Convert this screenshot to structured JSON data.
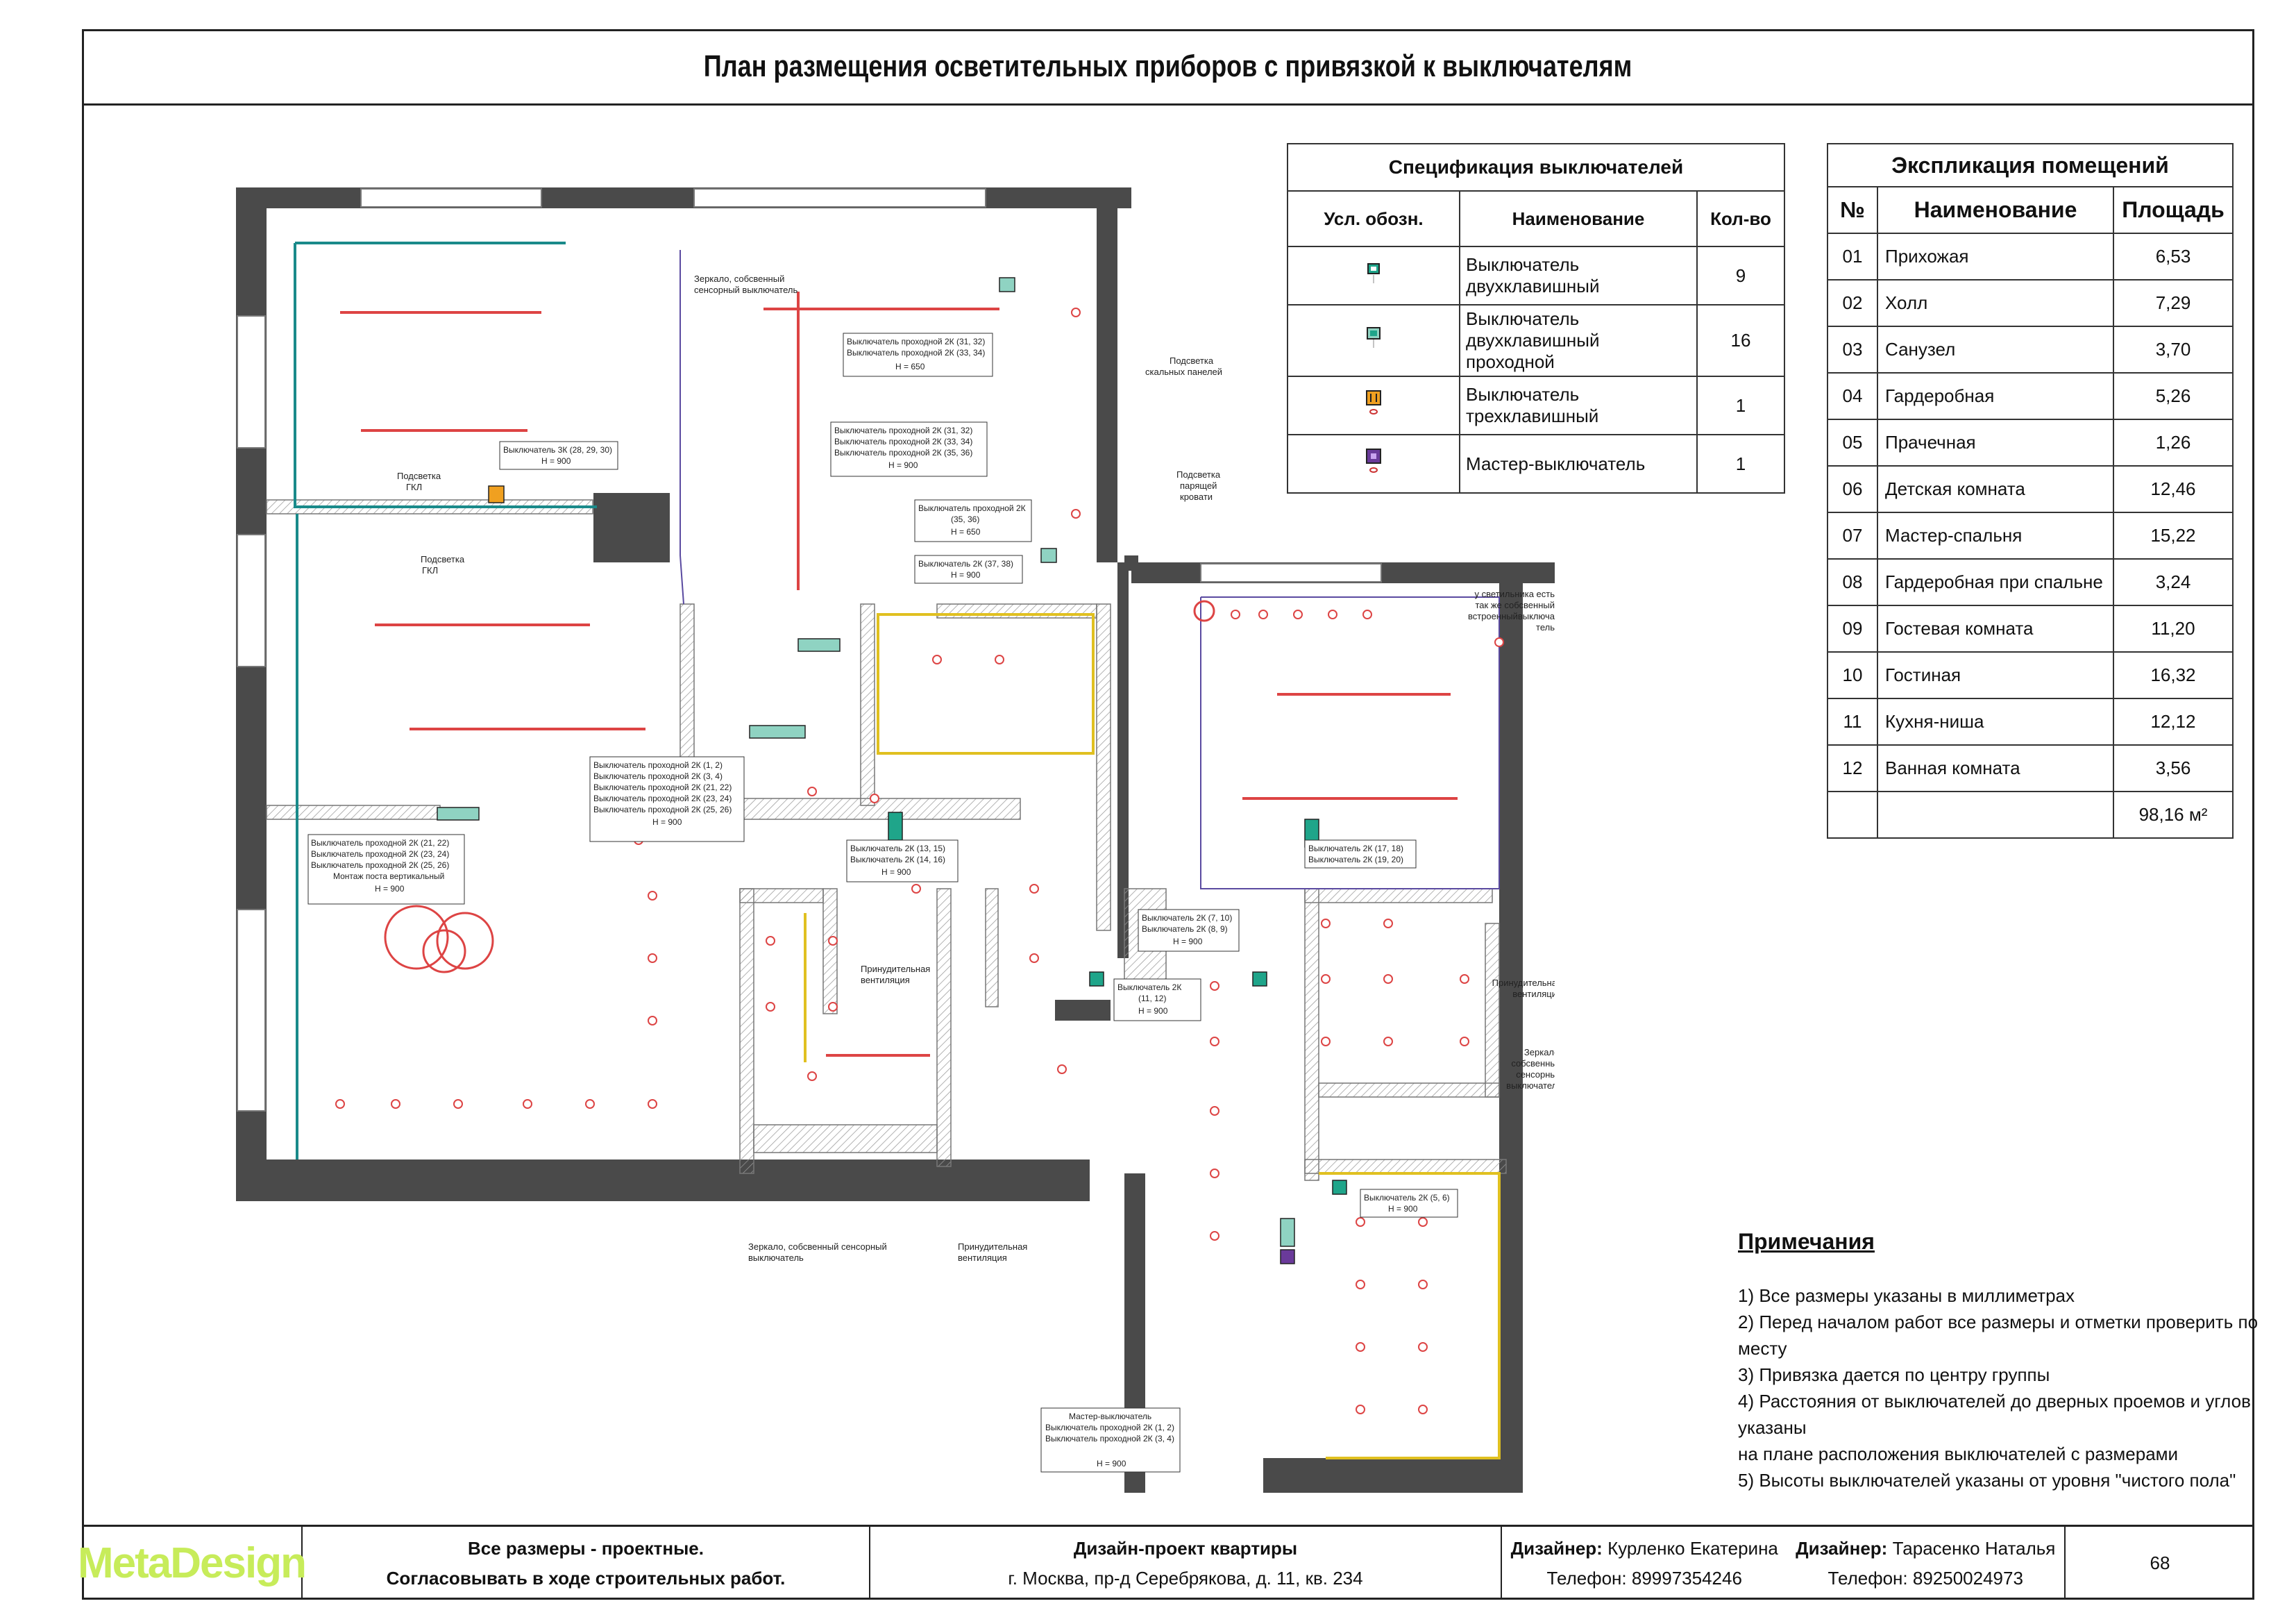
{
  "title": "План размещения осветительных приборов с привязкой к выключателям",
  "spec_table": {
    "caption": "Спецификация выключателей",
    "headers": [
      "Усл. обозн.",
      "Наименование",
      "Кол-во"
    ],
    "rows": [
      {
        "icon": "double-switch-icon",
        "name": "Выключатель двухклавишный",
        "qty": "9"
      },
      {
        "icon": "double-passthrough-switch-icon",
        "name": "Выключатель двухклавишный проходной",
        "qty": "16"
      },
      {
        "icon": "triple-switch-icon",
        "name": "Выключатель трехклавишный",
        "qty": "1"
      },
      {
        "icon": "master-switch-icon",
        "name": "Мастер-выключатель",
        "qty": "1"
      }
    ]
  },
  "rooms_table": {
    "caption": "Экспликация помещений",
    "headers": [
      "№",
      "Наименование",
      "Площадь"
    ],
    "rows": [
      {
        "n": "01",
        "name": "Прихожая",
        "area": "6,53"
      },
      {
        "n": "02",
        "name": "Холл",
        "area": "7,29"
      },
      {
        "n": "03",
        "name": "Санузел",
        "area": "3,70"
      },
      {
        "n": "04",
        "name": "Гардеробная",
        "area": "5,26"
      },
      {
        "n": "05",
        "name": "Прачечная",
        "area": "1,26"
      },
      {
        "n": "06",
        "name": "Детская комната",
        "area": "12,46"
      },
      {
        "n": "07",
        "name": "Мастер-спальня",
        "area": "15,22"
      },
      {
        "n": "08",
        "name": "Гардеробная при спальне",
        "area": "3,24"
      },
      {
        "n": "09",
        "name": "Гостевая комната",
        "area": "11,20"
      },
      {
        "n": "10",
        "name": "Гостиная",
        "area": "16,32"
      },
      {
        "n": "11",
        "name": "Кухня-ниша",
        "area": "12,12"
      },
      {
        "n": "12",
        "name": "Ванная комната",
        "area": "3,56"
      }
    ],
    "total": "98,16 м²"
  },
  "notes": {
    "title": "Примечания",
    "lines": [
      "1) Все размеры указаны в миллиметрах",
      "2) Перед началом работ все размеры и отметки проверить по месту",
      "3) Привязка дается по центру группы",
      "4) Расстояния от выключателей до дверных проемов и углов указаны",
      "на плане расположения выключателей с размерами",
      "5) Высоты выключателей указаны от уровня \"чистого пола\""
    ]
  },
  "footer": {
    "logo": "MetaDesign",
    "disclaimer_1": "Все размеры - проектные.",
    "disclaimer_2": "Согласовывать в ходе строительных работ.",
    "project_title": "Дизайн-проект квартиры",
    "address": "г. Москва, пр-д Серебрякова, д. 11, кв. 234",
    "designer_label_1": "Дизайнер:",
    "designer_1": "Курленко Екатерина",
    "phone_1": "Телефон: 89997354246",
    "designer_label_2": "Дизайнер:",
    "designer_2": "Тарасенко Наталья",
    "phone_2": "Телефон: 89250024973",
    "page": "68"
  },
  "plan_labels": {
    "mirror_1": "Зеркало, собсвенный",
    "mirror_1b": "сенсорный выключатель",
    "switch_3k": "Выключатель 3К (28, 29, 30)",
    "h900": "Н = 900",
    "h650": "Н = 650",
    "light_30a": "Подсветка",
    "light_30b": "ГКЛ",
    "light_25a": "Подсветка",
    "light_25b": "ГКЛ",
    "pass_31_32": "Выключатель проходной 2К (31, 32)",
    "pass_33_34": "Выключатель проходной 2К (33, 34)",
    "pass_31_32_b": "Выключатель проходной 2К (31, 32)",
    "pass_33_34_b": "Выключатель проходной 2К (33, 34)",
    "pass_35_36": "Выключатель проходной 2К (35, 36)",
    "pass_35_36_a": "Выключатель проходной 2К",
    "pass_35_36_b": "(35, 36)",
    "pass_37_38": "Выключатель 2К (37, 38)",
    "light_35a": "Подсветка",
    "light_35b": "скальных панелей",
    "light_34a": "Подсветка",
    "light_34b": "парящей",
    "light_34c": "кровати",
    "note_19a": "у светильника есть",
    "note_19b": "так же собсвенный",
    "note_19c": "встроенныйвыключа",
    "note_19d": "тель",
    "living_1": "Выключатель проходной 2К (1, 2)",
    "living_2": "Выключатель проходной 2К (3, 4)",
    "living_3": "Выключатель проходной 2К (21, 22)",
    "living_4": "Выключатель проходной 2К (23, 24)",
    "living_5": "Выключатель проходной 2К (25, 26)",
    "living_b1": "Выключатель проходной 2К (21, 22)",
    "living_b2": "Выключатель проходной 2К (23, 24)",
    "living_b3": "Выключатель проходной 2К (25, 26)",
    "living_b4": "Монтаж поста вертикальный",
    "sw_13_15": "Выключатель 2К (13, 15)",
    "sw_14_16": "Выключатель 2К (14, 16)",
    "sw_17_18": "Выключатель 2К (17, 18)",
    "sw_19_20": "Выключатель 2К (19, 20)",
    "sw_7_10": "Выключатель 2К (7, 10)",
    "sw_8_9": "Выключатель 2К (8, 9)",
    "sw_11_12a": "Выключатель 2К",
    "sw_11_12b": "(11, 12)",
    "sw_5_6": "Выключатель 2К (5, 6)",
    "vent_16a": "Принудительная",
    "vent_16b": "вентиляция",
    "vent_10a": "Принудительная",
    "vent_10b": "вентиляция",
    "mirror_2a": "Зеркало,",
    "mirror_2b": "собсвенный",
    "mirror_2c": "сенсорный",
    "mirror_2d": "выключатель",
    "mirror_3a": "Зеркало, собсвенный сенсорный",
    "mirror_3b": "выключатель",
    "vent_12a": "Принудительная",
    "vent_12b": "вентиляция",
    "master_a": "Мастер-выключатель",
    "master_b": "Выключатель проходной 2К (1, 2)",
    "master_c": "Выключатель проходной 2К (3, 4)"
  }
}
